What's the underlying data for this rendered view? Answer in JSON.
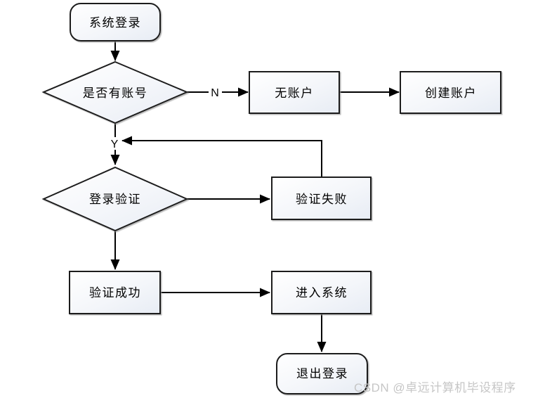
{
  "diagram": {
    "type": "flowchart",
    "nodes": {
      "start": {
        "label": "系统登录",
        "shape": "rounded-rect"
      },
      "has_account": {
        "label": "是否有账号",
        "shape": "diamond"
      },
      "no_account": {
        "label": "无账户",
        "shape": "rect"
      },
      "create_account": {
        "label": "创建账户",
        "shape": "rect"
      },
      "login_verify": {
        "label": "登录验证",
        "shape": "diamond"
      },
      "verify_fail": {
        "label": "验证失败",
        "shape": "rect"
      },
      "verify_success": {
        "label": "验证成功",
        "shape": "rect"
      },
      "enter_system": {
        "label": "进入系统",
        "shape": "rect"
      },
      "logout": {
        "label": "退出登录",
        "shape": "rounded-rect"
      }
    },
    "edges": [
      {
        "from": "系统登录",
        "to": "是否有账号",
        "label": ""
      },
      {
        "from": "是否有账号",
        "to": "无账户",
        "label": "N"
      },
      {
        "from": "无账户",
        "to": "创建账户",
        "label": ""
      },
      {
        "from": "是否有账号",
        "to": "登录验证",
        "label": "Y"
      },
      {
        "from": "验证失败",
        "to": "登录验证",
        "label": ""
      },
      {
        "from": "登录验证",
        "to": "验证失败",
        "label": ""
      },
      {
        "from": "登录验证",
        "to": "验证成功",
        "label": ""
      },
      {
        "from": "验证成功",
        "to": "进入系统",
        "label": ""
      },
      {
        "from": "进入系统",
        "to": "退出登录",
        "label": ""
      }
    ],
    "colors": {
      "node_border": "#1f1f1f",
      "node_fill_top": "#ffffff",
      "node_fill_bottom": "#e9eef5",
      "edge_line": "#000000",
      "background": "#ffffff",
      "watermark_text": "#c6c6c6"
    }
  },
  "watermark": "CSDN @卓远计算机毕设程序"
}
